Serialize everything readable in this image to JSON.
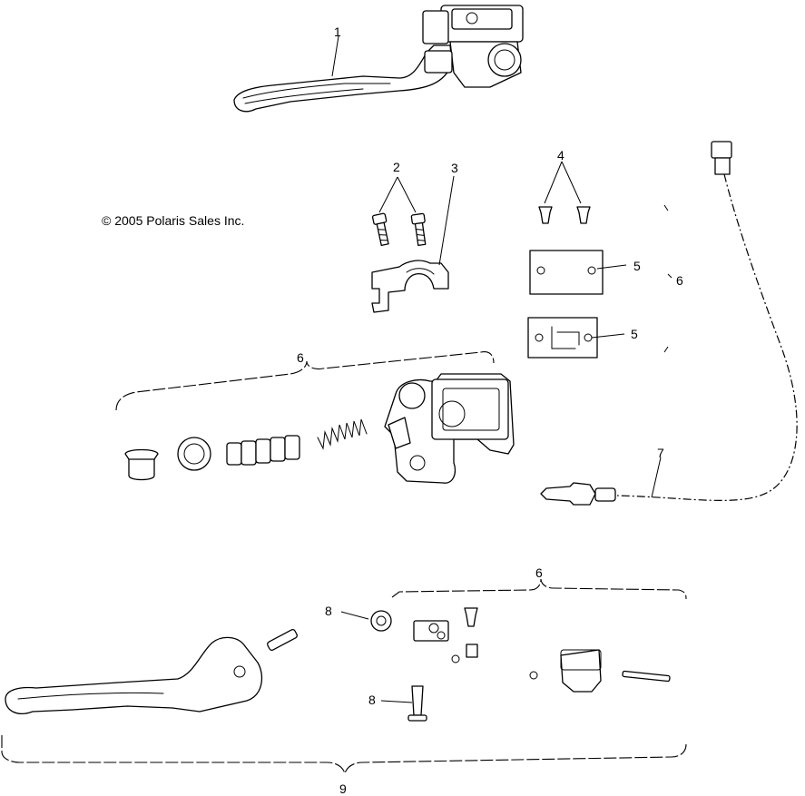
{
  "copyright": "© 2005 Polaris Sales Inc.",
  "callouts": {
    "c1": "1",
    "c2": "2",
    "c3": "3",
    "c4": "4",
    "c5a": "5",
    "c5b": "5",
    "c6_right": "6",
    "c6_mid": "6",
    "c6_low": "6",
    "c7": "7",
    "c8a": "8",
    "c8b": "8",
    "c9": "9"
  }
}
